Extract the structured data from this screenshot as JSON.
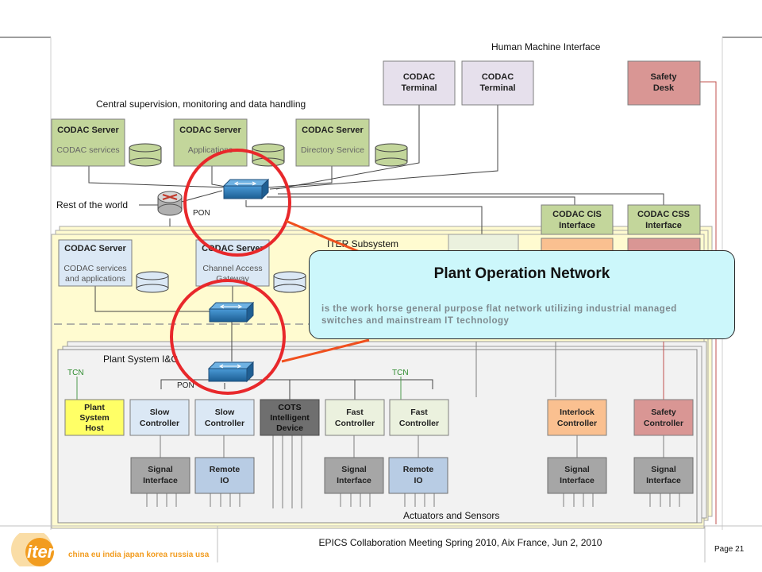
{
  "hmi_title": "Human Machine Interface",
  "central_title": "Central supervision, monitoring and data handling",
  "rest_of_world": "Rest of the world",
  "pon_label": "PON",
  "iter_subsystem_title": "ITER Subsystem",
  "plant_system_title": "Plant System I&C",
  "actuators_title": "Actuators and Sensors",
  "tcn_label": "TCN",
  "terminals": [
    {
      "line1": "CODAC",
      "line2": "Terminal"
    },
    {
      "line1": "CODAC",
      "line2": "Terminal"
    }
  ],
  "safety_desk": {
    "line1": "Safety",
    "line2": "Desk"
  },
  "central_servers": [
    {
      "title": "CODAC Server",
      "subtitle": "CODAC services"
    },
    {
      "title": "CODAC Server",
      "subtitle": "Applications"
    },
    {
      "title": "CODAC Server",
      "subtitle": "Directory Service"
    }
  ],
  "cis_interface": {
    "line1": "CODAC CIS",
    "line2": "Interface"
  },
  "css_interface": {
    "line1": "CODAC CSS",
    "line2": "Interface"
  },
  "subsystem_servers": [
    {
      "title": "CODAC Server",
      "sub1": "CODAC services",
      "sub2": "and applications"
    },
    {
      "title": "CODAC Server",
      "sub1": "Channel Access",
      "sub2": "Gateway"
    }
  ],
  "controllers": [
    {
      "lines": [
        "Plant",
        "System",
        "Host"
      ]
    },
    {
      "lines": [
        "Slow",
        "Controller"
      ]
    },
    {
      "lines": [
        "Slow",
        "Controller"
      ]
    },
    {
      "lines": [
        "COTS",
        "Intelligent",
        "Device"
      ]
    },
    {
      "lines": [
        "Fast",
        "Controller"
      ]
    },
    {
      "lines": [
        "Fast",
        "Controller"
      ]
    },
    {
      "lines": [
        "Interlock",
        "Controller"
      ]
    },
    {
      "lines": [
        "Safety",
        "Controller"
      ]
    }
  ],
  "io_boxes": [
    {
      "line1": "Signal",
      "line2": "Interface"
    },
    {
      "line1": "Remote",
      "line2": "IO"
    },
    {
      "line1": "Signal",
      "line2": "Interface"
    },
    {
      "line1": "Remote",
      "line2": "IO"
    },
    {
      "line1": "Signal",
      "line2": "Interface"
    },
    {
      "line1": "Signal",
      "line2": "Interface"
    }
  ],
  "callout": {
    "title": "Plant Operation Network",
    "body": "is the work horse general purpose flat network utilizing industrial managed switches and mainstream IT technology"
  },
  "footer": {
    "text": "EPICS Collaboration Meeting Spring 2010, Aix France, Jun 2, 2010",
    "page": "Page 21",
    "logo_word": "iter",
    "logo_partners": "china eu india japan korea russia usa"
  },
  "colors": {
    "server_green": "#c3d69b",
    "terminal_lavender": "#e6e0ec",
    "safety_red": "#d99694",
    "subsystem_yellow": "#fffbd0",
    "callout_cyan": "#ccf7fb",
    "highlight_red": "#e8282b",
    "switch_blue": "#2e7cb8"
  }
}
